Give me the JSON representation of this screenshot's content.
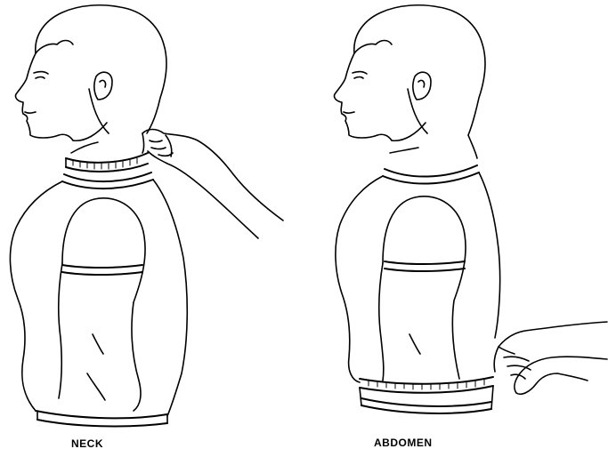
{
  "figures": [
    {
      "id": "neck",
      "caption": "NECK"
    },
    {
      "id": "abdomen",
      "caption": "ABDOMEN"
    }
  ],
  "colors": {
    "ink": "#000000",
    "background": "#ffffff"
  }
}
